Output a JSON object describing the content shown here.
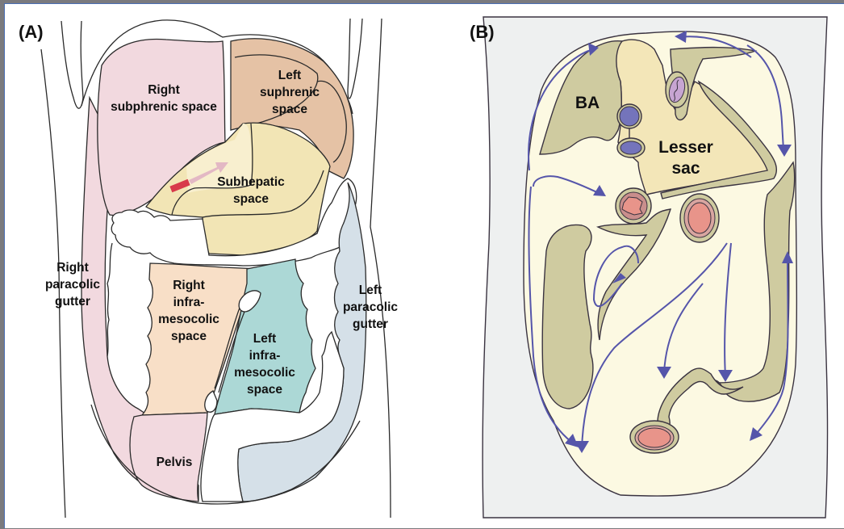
{
  "figure": {
    "panels": [
      {
        "id": "A",
        "label": "(A)",
        "view": "anterior",
        "regions": [
          {
            "name": "right-subphrenic-space",
            "lines": [
              "Right",
              "subphrenic space"
            ],
            "color": "#f2d9df"
          },
          {
            "name": "left-subphrenic-space",
            "lines": [
              "Left",
              "suphrenic",
              "space"
            ],
            "color": "#e5c2a5"
          },
          {
            "name": "subhepatic-space",
            "lines": [
              "Subhepatic",
              "space"
            ],
            "color": "#f2e5b5"
          },
          {
            "name": "right-paracolic-gutter",
            "lines": [
              "Right",
              "paracolic",
              "gutter"
            ],
            "color": "#f2d9df"
          },
          {
            "name": "right-inframesocolic-space",
            "lines": [
              "Right",
              "infra-",
              "mesocolic",
              "space"
            ],
            "color": "#f8dfc7"
          },
          {
            "name": "left-inframesocolic-space",
            "lines": [
              "Left",
              "infra-",
              "mesocolic",
              "space"
            ],
            "color": "#acd8d6"
          },
          {
            "name": "left-paracolic-gutter",
            "lines": [
              "Left",
              "paracolic",
              "gutter"
            ],
            "color": "#d5e0e8"
          },
          {
            "name": "pelvis",
            "lines": [
              "Pelvis"
            ],
            "color": "#f2d9df"
          }
        ],
        "arrow_color": "#e3b8c4",
        "marker_color": "#d8394a"
      },
      {
        "id": "B",
        "label": "(B)",
        "view": "cross-section",
        "regions": [
          {
            "name": "bare-area",
            "lines": [
              "BA"
            ],
            "color": "#cfcba0"
          },
          {
            "name": "lesser-sac",
            "lines": [
              "Lesser",
              "sac"
            ],
            "color": "#f3e6b8"
          }
        ],
        "background_color": "#eef0f0",
        "cavity_color": "#fcf9e2",
        "organ_color": "#cfcba0",
        "vessel_color": "#7474bb",
        "flow_color": "#5555aa"
      }
    ]
  }
}
